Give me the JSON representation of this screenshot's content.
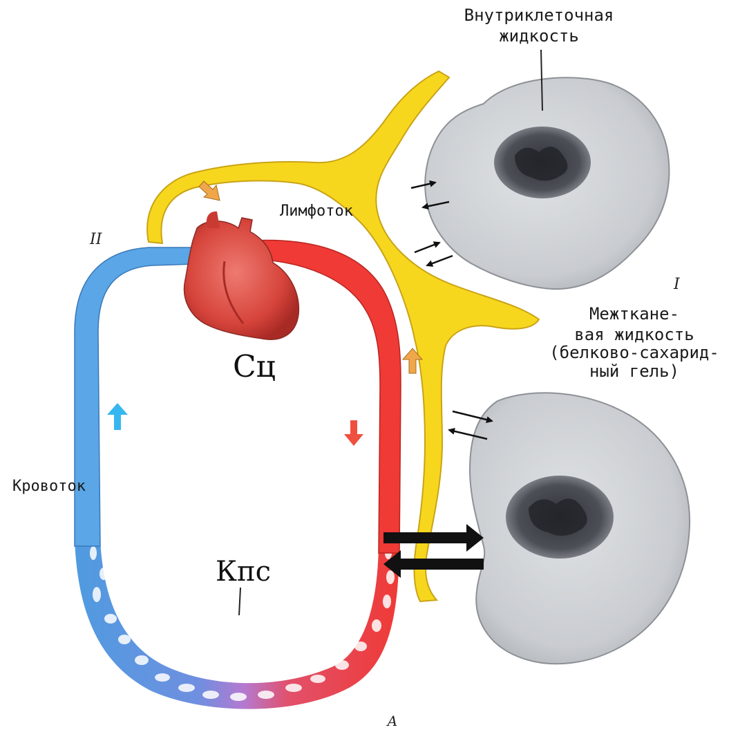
{
  "labels": {
    "intracellular_line1": "Внутриклеточная",
    "intracellular_line2": "жидкость",
    "lymph_flow": "Лимфоток",
    "blood_flow": "Кровоток",
    "heart": "Сц",
    "capillary_bed": "Кпс",
    "interstitial_line1": "Межткане-",
    "interstitial_line2": "вая жидкость",
    "interstitial_line3": "(белково-сахарид-",
    "interstitial_line4": "ный гель)",
    "numeral_one": "I",
    "numeral_two": "II",
    "letter_a": "А"
  },
  "icons": {
    "heart": "heart-icon",
    "cell_top": "cell-icon",
    "cell_bottom": "cell-icon",
    "flow_arrow": "arrow-icon"
  },
  "colors": {
    "venous_blue": "#5aa6e6",
    "arterial_red": "#ef3a36",
    "lymph_yellow": "#f7d71e",
    "lymph_outline": "#c9a316",
    "heart_red": "#d9493f",
    "cell_gray": "#cfd2d5",
    "nucleus_dark": "#3c3f45",
    "blue_arrow": "#36b7f0",
    "red_arrow": "#f0503f",
    "orange_arrow": "#f0a64a"
  }
}
